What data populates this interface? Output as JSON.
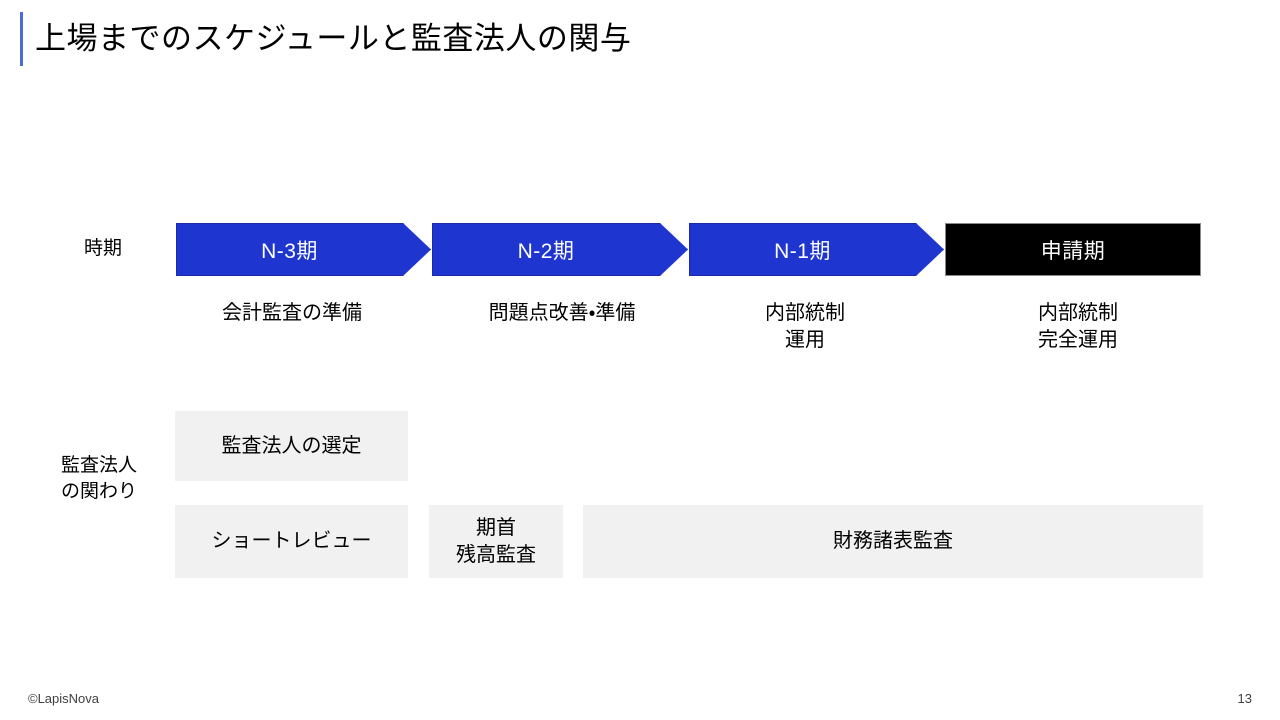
{
  "slide": {
    "title": "上場までのスケジュールと監査法人の関与",
    "accent_color": "#4a6bdb",
    "background_color": "#ffffff"
  },
  "rows": {
    "period_label": "時期",
    "involvement_label": "監査法人\nの関わり"
  },
  "timeline": {
    "phases": [
      {
        "label": "N-3期",
        "shape": "chevron",
        "color": "#1f35cf",
        "text_color": "#ffffff",
        "caption": "会計監査の準備"
      },
      {
        "label": "N-2期",
        "shape": "chevron",
        "color": "#1f35cf",
        "text_color": "#ffffff",
        "caption": "問題点改善・準備"
      },
      {
        "label": "N-1期",
        "shape": "chevron",
        "color": "#1f35cf",
        "text_color": "#ffffff",
        "caption": "内部統制\n運用"
      },
      {
        "label": "申請期",
        "shape": "block",
        "color": "#000000",
        "text_color": "#ffffff",
        "caption": "内部統制\n完全運用"
      }
    ]
  },
  "involvement": {
    "box_color": "#f1f1f1",
    "boxes": [
      {
        "label": "監査法人の選定"
      },
      {
        "label": "ショートレビュー"
      },
      {
        "label": "期首\n残高監査"
      },
      {
        "label": "財務諸表監査"
      }
    ]
  },
  "footer": {
    "copyright": "©LapisNova",
    "page_number": "13"
  }
}
